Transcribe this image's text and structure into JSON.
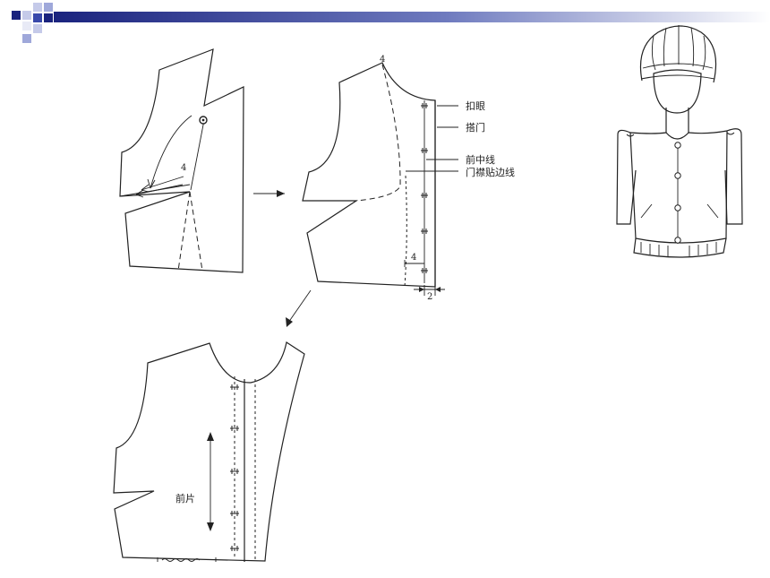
{
  "colors": {
    "header_dark": "#1a237e",
    "header_light": "#ffffff",
    "square_light": "#9fa8da",
    "line": "#222222"
  },
  "panel1": {
    "dart_number": "4"
  },
  "panel2": {
    "top_number": "4",
    "label_buttonhole": "扣眼",
    "label_overlap": "搭门",
    "label_center_front": "前中线",
    "label_placket_line": "门襟贴边线",
    "hem_number": "4",
    "overlap_width": "2"
  },
  "panel3": {
    "piece_label": "前片"
  }
}
